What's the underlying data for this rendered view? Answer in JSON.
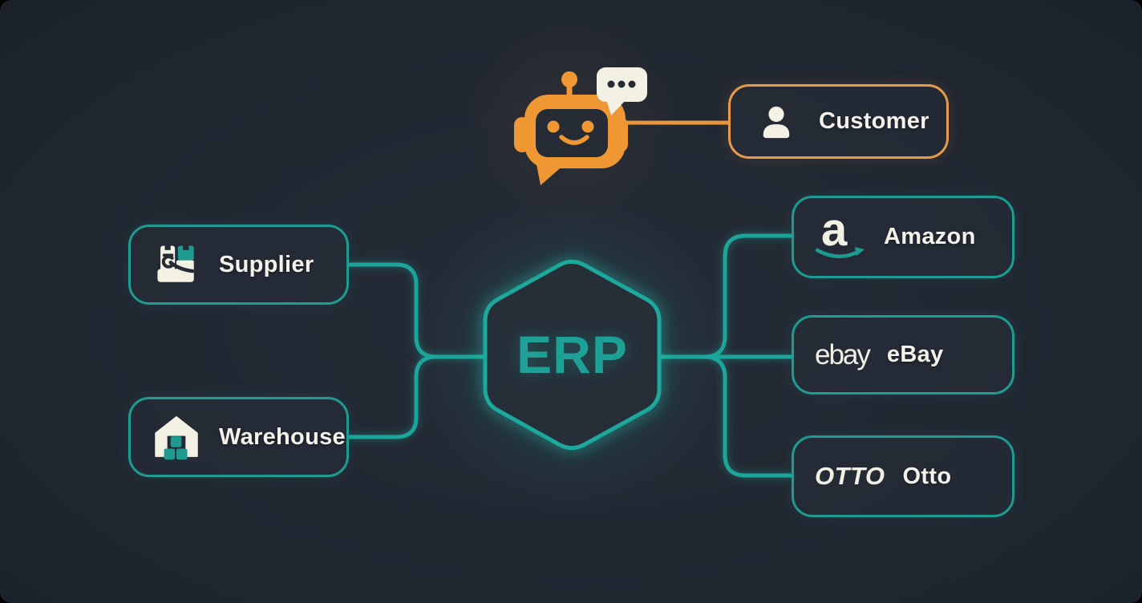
{
  "diagram": {
    "center": {
      "label": "ERP",
      "shape": "hexagon",
      "color": "#1fa096"
    },
    "assistant": {
      "icon": "chatbot-icon",
      "bubble_icon": "typing-dots-icon",
      "color": "#ef9733"
    },
    "nodes": {
      "customer": {
        "label": "Customer",
        "icon": "person-icon",
        "border_color": "#e89a4c"
      },
      "supplier": {
        "label": "Supplier",
        "icon": "forklift-icon",
        "border_color": "#1e9c93"
      },
      "warehouse": {
        "label": "Warehouse",
        "icon": "warehouse-icon",
        "border_color": "#1e9c93"
      },
      "amazon": {
        "label": "Amazon",
        "logo_text": "a",
        "icon": "amazon-logo",
        "border_color": "#1e9c93"
      },
      "ebay": {
        "label": "eBay",
        "logo_text": "ebay",
        "icon": "ebay-logo",
        "border_color": "#1e9c93"
      },
      "otto": {
        "label": "Otto",
        "logo_text": "OTTO",
        "icon": "otto-logo",
        "border_color": "#1e9c93"
      }
    },
    "edges": [
      {
        "from": "ERP",
        "to": "Supplier"
      },
      {
        "from": "ERP",
        "to": "Warehouse"
      },
      {
        "from": "ERP",
        "to": "Amazon"
      },
      {
        "from": "ERP",
        "to": "eBay"
      },
      {
        "from": "ERP",
        "to": "Otto"
      },
      {
        "from": "ERP",
        "to": "Chatbot"
      },
      {
        "from": "Chatbot",
        "to": "Customer"
      }
    ],
    "colors": {
      "teal": "#1ba59b",
      "orange": "#ef9733",
      "cream": "#f3f0e4",
      "background": "#20262f"
    }
  }
}
